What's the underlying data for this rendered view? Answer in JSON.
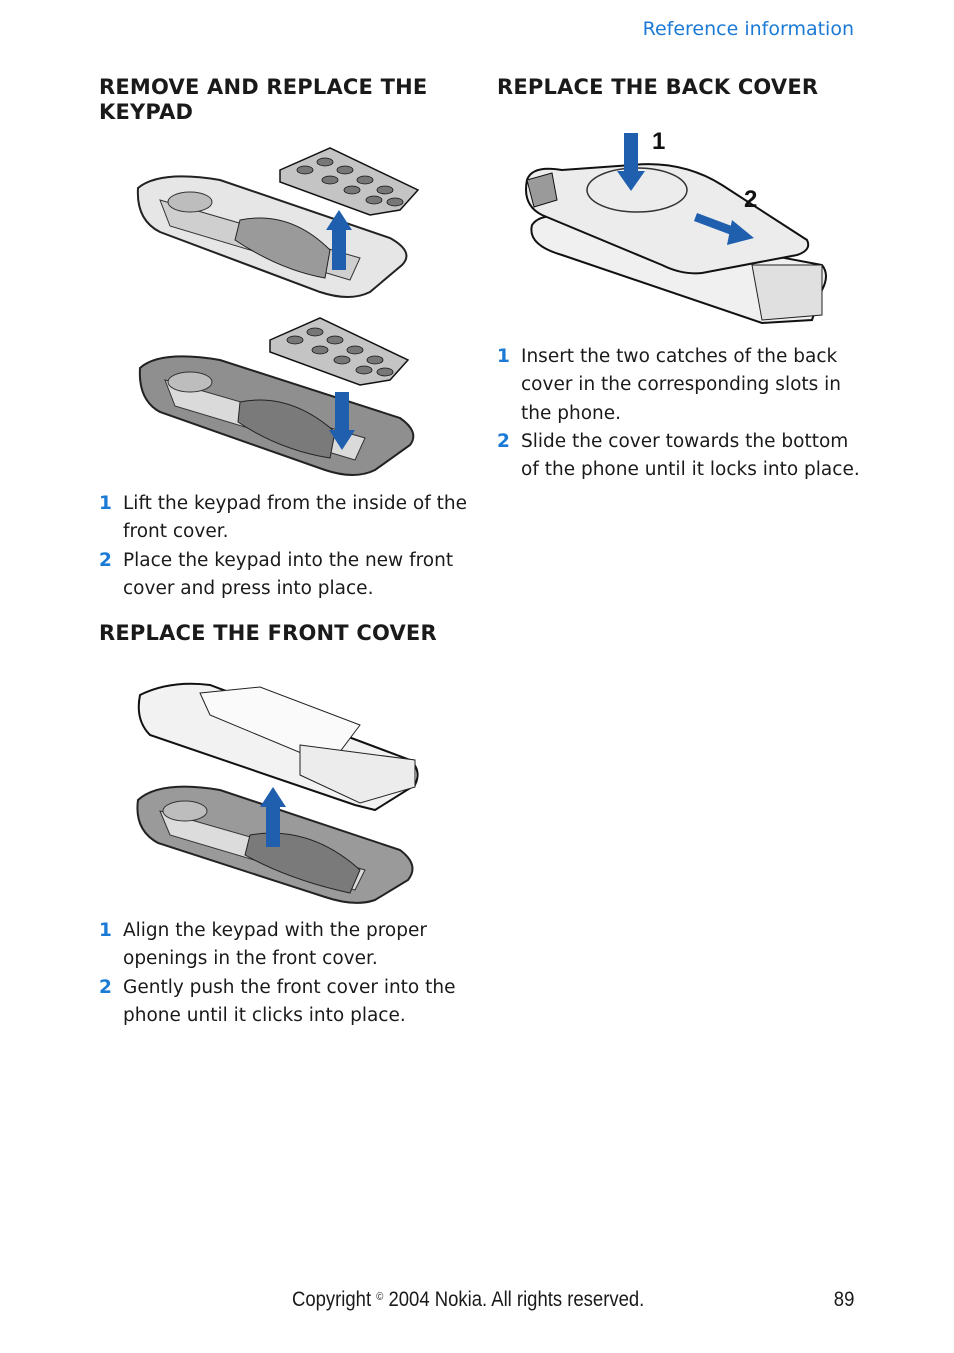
{
  "header": {
    "section": "Reference information"
  },
  "left": {
    "keypad": {
      "title": "REMOVE AND REPLACE THE KEYPAD",
      "steps": [
        {
          "num": "1",
          "text": "Lift the keypad from the inside of the front cover."
        },
        {
          "num": "2",
          "text": "Place the keypad into the new front cover and press into place."
        }
      ]
    },
    "front_cover": {
      "title": "REPLACE THE FRONT COVER",
      "steps": [
        {
          "num": "1",
          "text": "Align the keypad with the proper openings in the front cover."
        },
        {
          "num": "2",
          "text": "Gently push the front cover into the phone until it clicks into place."
        }
      ]
    }
  },
  "right": {
    "back_cover": {
      "title": "REPLACE THE BACK COVER",
      "figure_labels": [
        "1",
        "2"
      ],
      "steps": [
        {
          "num": "1",
          "text": "Insert the two catches of the back cover in the corresponding slots in the phone."
        },
        {
          "num": "2",
          "text": "Slide the cover towards the bottom of the phone until it locks into place."
        }
      ]
    }
  },
  "footer": {
    "copyright_prefix": "Copyright ",
    "copyright_symbol": "©",
    "copyright_suffix": " 2004 Nokia. All rights reserved.",
    "page_number": "89"
  },
  "colors": {
    "accent": "#1a7ad6",
    "arrow": "#1f5fae"
  },
  "icons": [
    "up-arrow-icon",
    "down-arrow-icon",
    "right-arrow-icon"
  ]
}
